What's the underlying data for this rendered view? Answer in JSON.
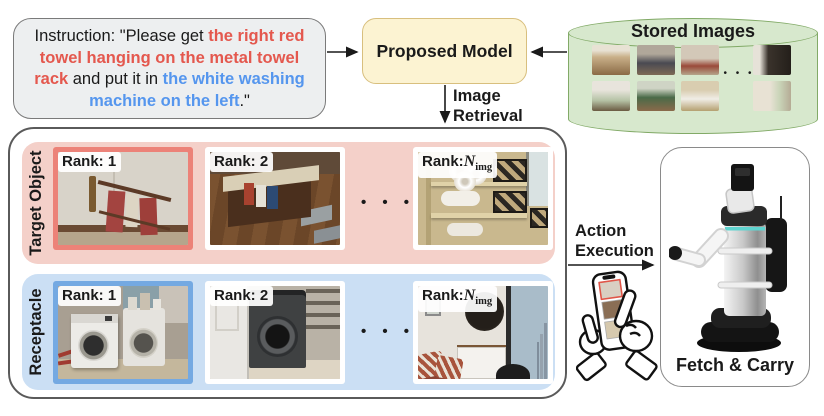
{
  "colors": {
    "target_accent": "#ec8278",
    "target_row_bg": "#f4d0c9",
    "target_text": "#e4584e",
    "receptacle_accent": "#74a9e2",
    "receptacle_row_bg": "#cbdff4",
    "receptacle_text": "#5596ee",
    "model_bg": "#fcf3d2",
    "model_border": "#d8bf7e",
    "stored_bg": "#d7e8cd",
    "stored_border": "#82aa67"
  },
  "instruction": {
    "prefix": "Instruction: \"Please get ",
    "target_phrase": "the right red towel hanging on the metal towel rack",
    "middle": " and put it in ",
    "receptacle_phrase": "the white washing machine on the left",
    "suffix": ".\""
  },
  "proposed_model": {
    "label": "Proposed Model"
  },
  "stored_images": {
    "title": "Stored Images",
    "ellipsis": "• • •",
    "thumbnails": [
      {
        "scene": "dining-room"
      },
      {
        "scene": "hallway-doorway"
      },
      {
        "scene": "towel-rack-room"
      },
      {
        "scene": "dark-furniture-room"
      },
      {
        "scene": "plant-room"
      },
      {
        "scene": "living-room-table"
      },
      {
        "scene": "towel-shelf"
      },
      {
        "scene": "bright-bedroom"
      }
    ]
  },
  "image_retrieval": {
    "label": "Image Retrieval"
  },
  "retrieval": {
    "target_row": {
      "label": "Target Object",
      "ellipsis": "• • •",
      "rank1": {
        "label": "Rank: 1",
        "scene": "towel-rack-corner"
      },
      "rank2": {
        "label": "Rank: 2",
        "scene": "kitchen-island-towels"
      },
      "rank_n": {
        "prefix": "Rank:",
        "symbol": "N",
        "subscript": "img",
        "scene": "shelf-rolled-towels"
      }
    },
    "receptacle_row": {
      "label": "Receptacle",
      "ellipsis": "• • •",
      "rank1": {
        "label": "Rank: 1",
        "scene": "white-washing-machines"
      },
      "rank2": {
        "label": "Rank: 2",
        "scene": "dark-washer-hallway"
      },
      "rank_n": {
        "prefix": "Rank:",
        "symbol": "N",
        "subscript": "img",
        "scene": "living-room-window"
      }
    }
  },
  "action_execution": {
    "label": "Action Execution"
  },
  "robot": {
    "label": "Fetch & Carry"
  }
}
